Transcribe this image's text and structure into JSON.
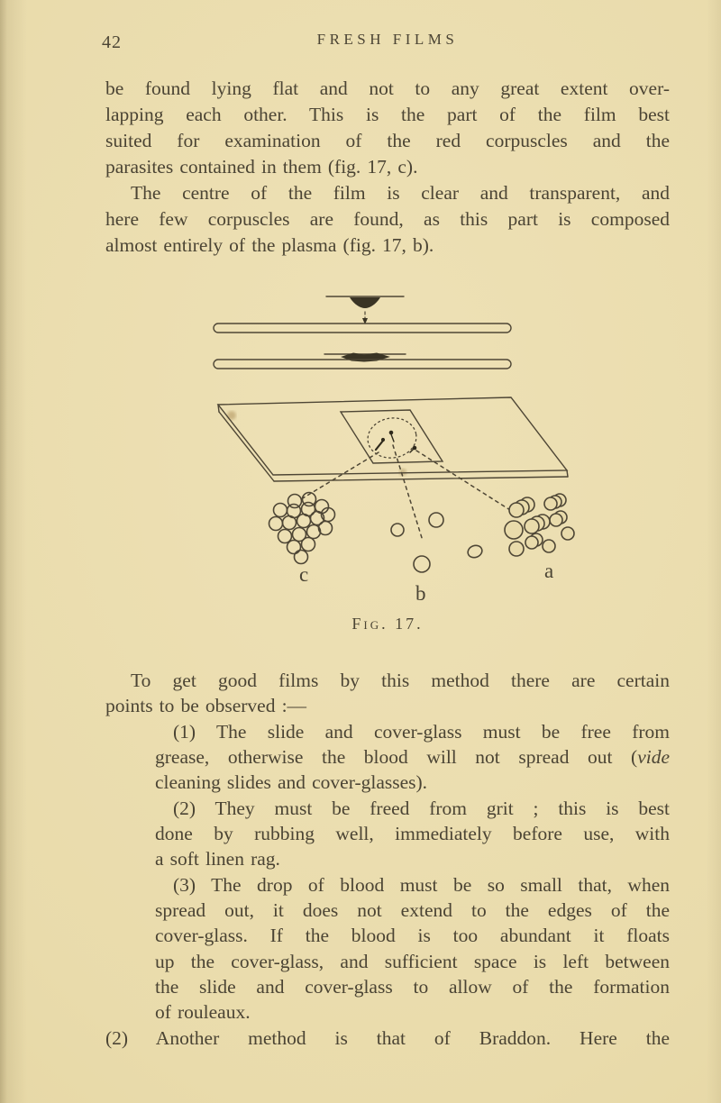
{
  "header": {
    "page_number": "42",
    "running_title": "FRESH FILMS"
  },
  "intro": {
    "lines": [
      "be found lying flat and not to any great extent over-",
      "lapping each other. This is the part of the film best",
      "suited for examination of the red corpuscles and the",
      "parasites contained in them (fig. 17, c).",
      "The centre of the film is clear and transparent, and",
      "here few corpuscles are found, as this part is composed",
      "almost entirely of the plasma (fig. 17, b)."
    ]
  },
  "figure": {
    "label_a": "a",
    "label_b": "b",
    "label_c": "c",
    "caption": "Fig. 17."
  },
  "body": {
    "opening": [
      "To get good films by this method there are certain",
      "points to be observed :—"
    ],
    "item1": {
      "l1": "(1) The slide and cover-glass must be free from",
      "l2_pre": "grease, otherwise the blood will not spread out (",
      "l2_italic": "vide",
      "l3": "cleaning slides and cover-glasses)."
    },
    "item2": {
      "l1": "(2) They must be freed from grit ; this is best",
      "l2": "done by rubbing well, immediately before use, with",
      "l3": "a soft linen rag."
    },
    "item3": {
      "l1": "(3) The drop of blood must be so small that, when",
      "l2": "spread out, it does not extend to the edges of the",
      "l3": "cover-glass. If the blood is too abundant it floats",
      "l4": "up the cover-glass, and sufficient space is left between",
      "l5": "the slide and cover-glass to allow of the formation",
      "l6": "of rouleaux."
    },
    "closing": "(2) Another method is that of Braddon. Here the"
  },
  "colors": {
    "paper": "#e9dbab",
    "ink": "#4b4434"
  }
}
